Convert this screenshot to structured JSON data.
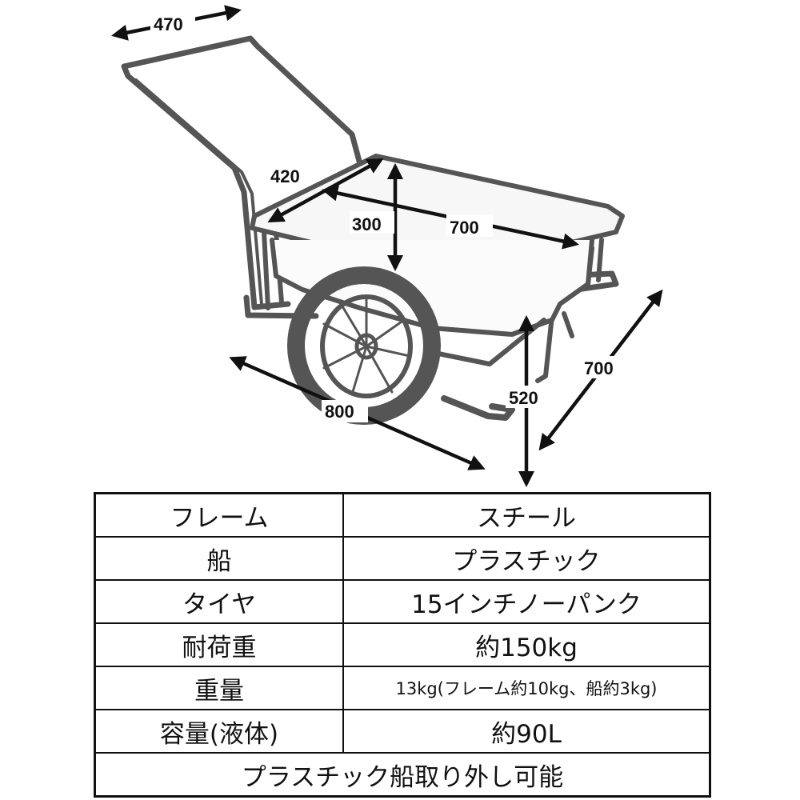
{
  "dimensions": {
    "handle_width": "470",
    "bed_width": "420",
    "bed_depth": "300",
    "bed_length": "700",
    "overall_length": "800",
    "overall_width": "700",
    "bed_height": "520"
  },
  "spec_table": {
    "rows": [
      {
        "label": "フレーム",
        "value": "スチール"
      },
      {
        "label": "船",
        "value": "プラスチック"
      },
      {
        "label": "タイヤ",
        "value": "15インチノーパンク"
      },
      {
        "label": "耐荷重",
        "value": "約150kg"
      },
      {
        "label": "重量",
        "value": "13kg(フレーム約10kg、船約3kg)"
      },
      {
        "label": "容量(液体)",
        "value": "約90L"
      }
    ],
    "footer": "プラスチック船取り外し可能"
  }
}
